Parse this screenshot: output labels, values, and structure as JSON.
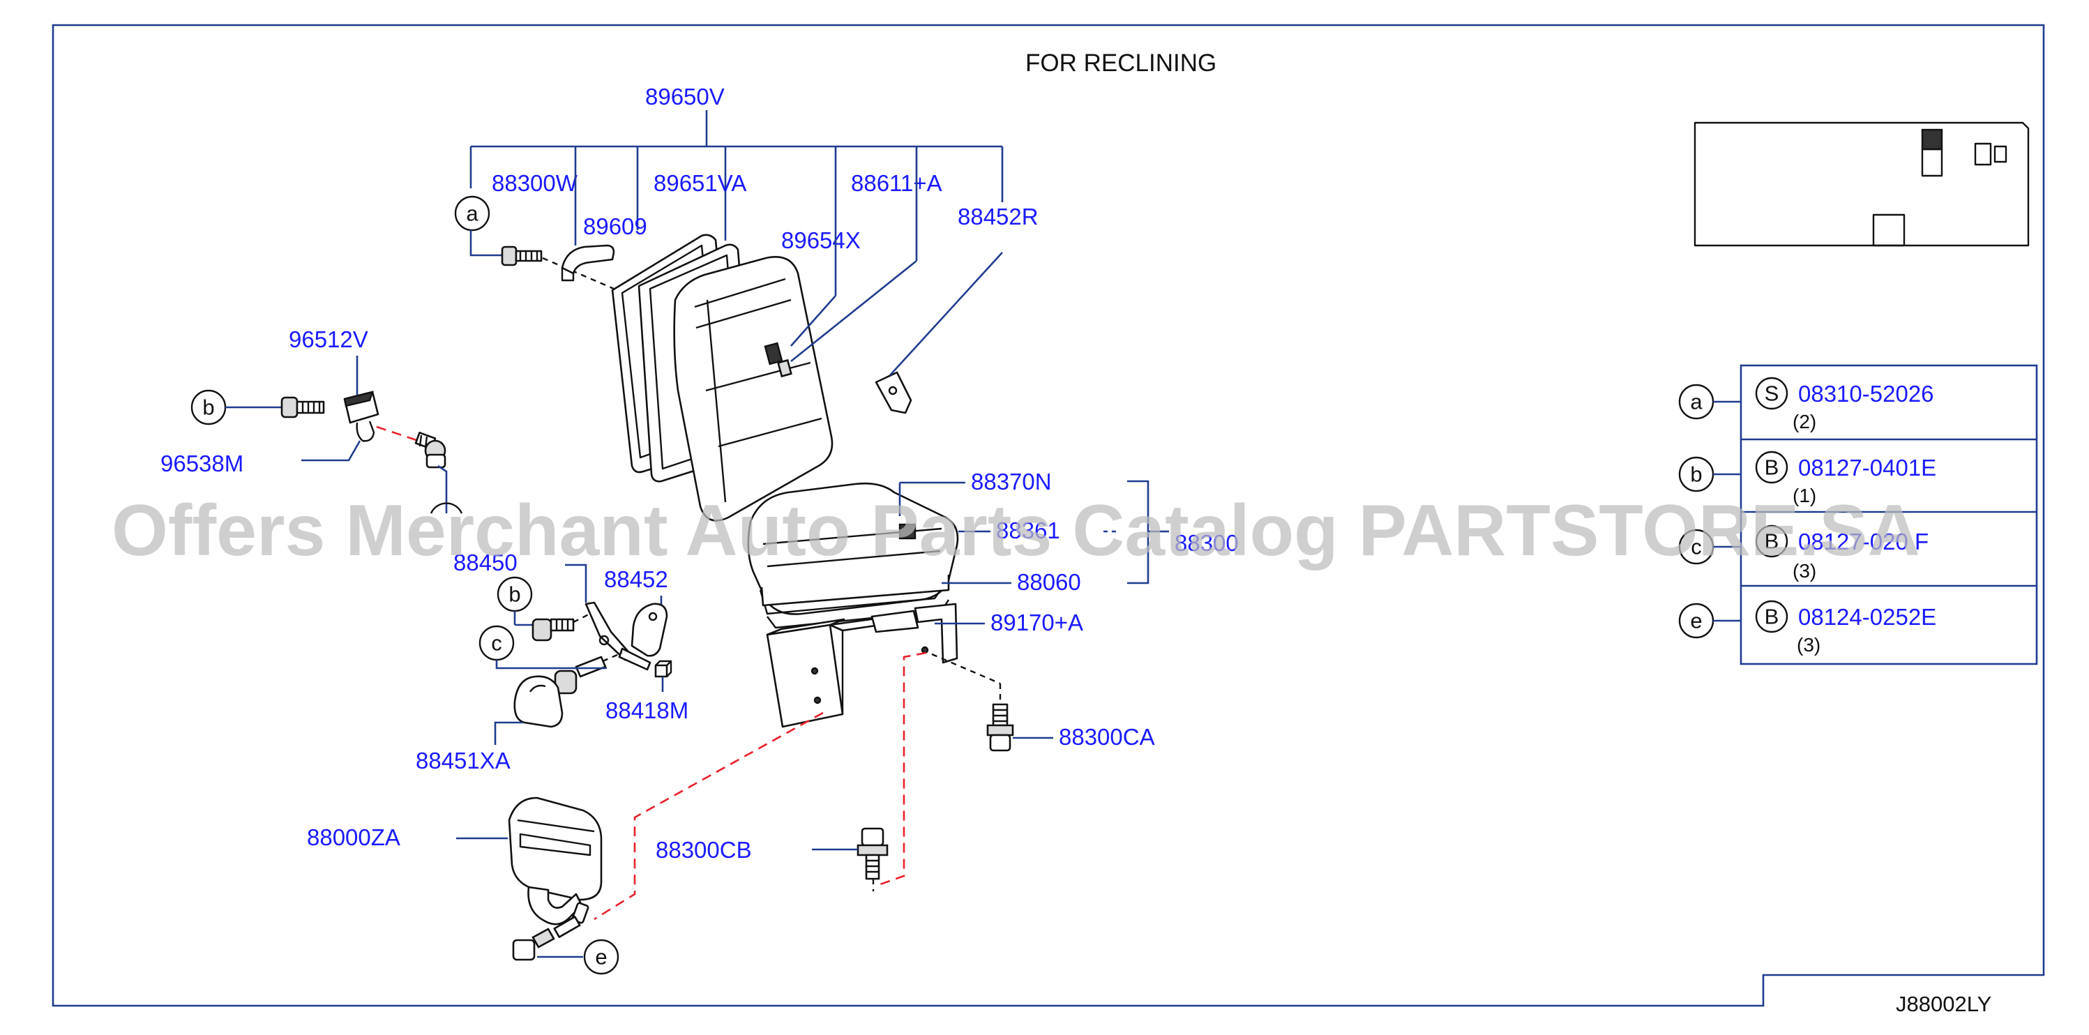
{
  "title": "FOR  RECLINING",
  "diagram_code": "J88002LY",
  "watermark": "Offers Merchant Auto Parts Catalog PARTSTORE.SA",
  "parts": {
    "p89650V": "89650V",
    "p88300W": "88300W",
    "p89651VA": "89651VA",
    "p88611A": "88611+A",
    "p89609": "89609",
    "p89654X": "89654X",
    "p88452R": "88452R",
    "p96512V": "96512V",
    "p96538M": "96538M",
    "p88370N": "88370N",
    "p88361": "88361",
    "p88300": "88300",
    "p88060": "88060",
    "p88450": "88450",
    "p88452": "88452",
    "p89170A": "89170+A",
    "p88418M": "88418M",
    "p88451XA": "88451XA",
    "p88300CA": "88300CA",
    "p88000ZA": "88000ZA",
    "p88300CB": "88300CB"
  },
  "callouts": {
    "a": "a",
    "b": "b",
    "c": "c",
    "e": "e"
  },
  "bolt_table": [
    {
      "ref": "a",
      "type": "S",
      "code": "08310-52026",
      "qty": "(2)"
    },
    {
      "ref": "b",
      "type": "B",
      "code": "08127-0401E",
      "qty": "(1)"
    },
    {
      "ref": "c",
      "type": "B",
      "code": "08127-020 F",
      "qty": "(3)"
    },
    {
      "ref": "e",
      "type": "B",
      "code": "08124-0252E",
      "qty": "(3)"
    }
  ],
  "colors": {
    "label_blue": "#1a1aff",
    "leader_blue": "#1f3c8f",
    "dash_red": "#e8202a",
    "line_black": "#111111",
    "watermark_gray": "#bdbdbd"
  }
}
